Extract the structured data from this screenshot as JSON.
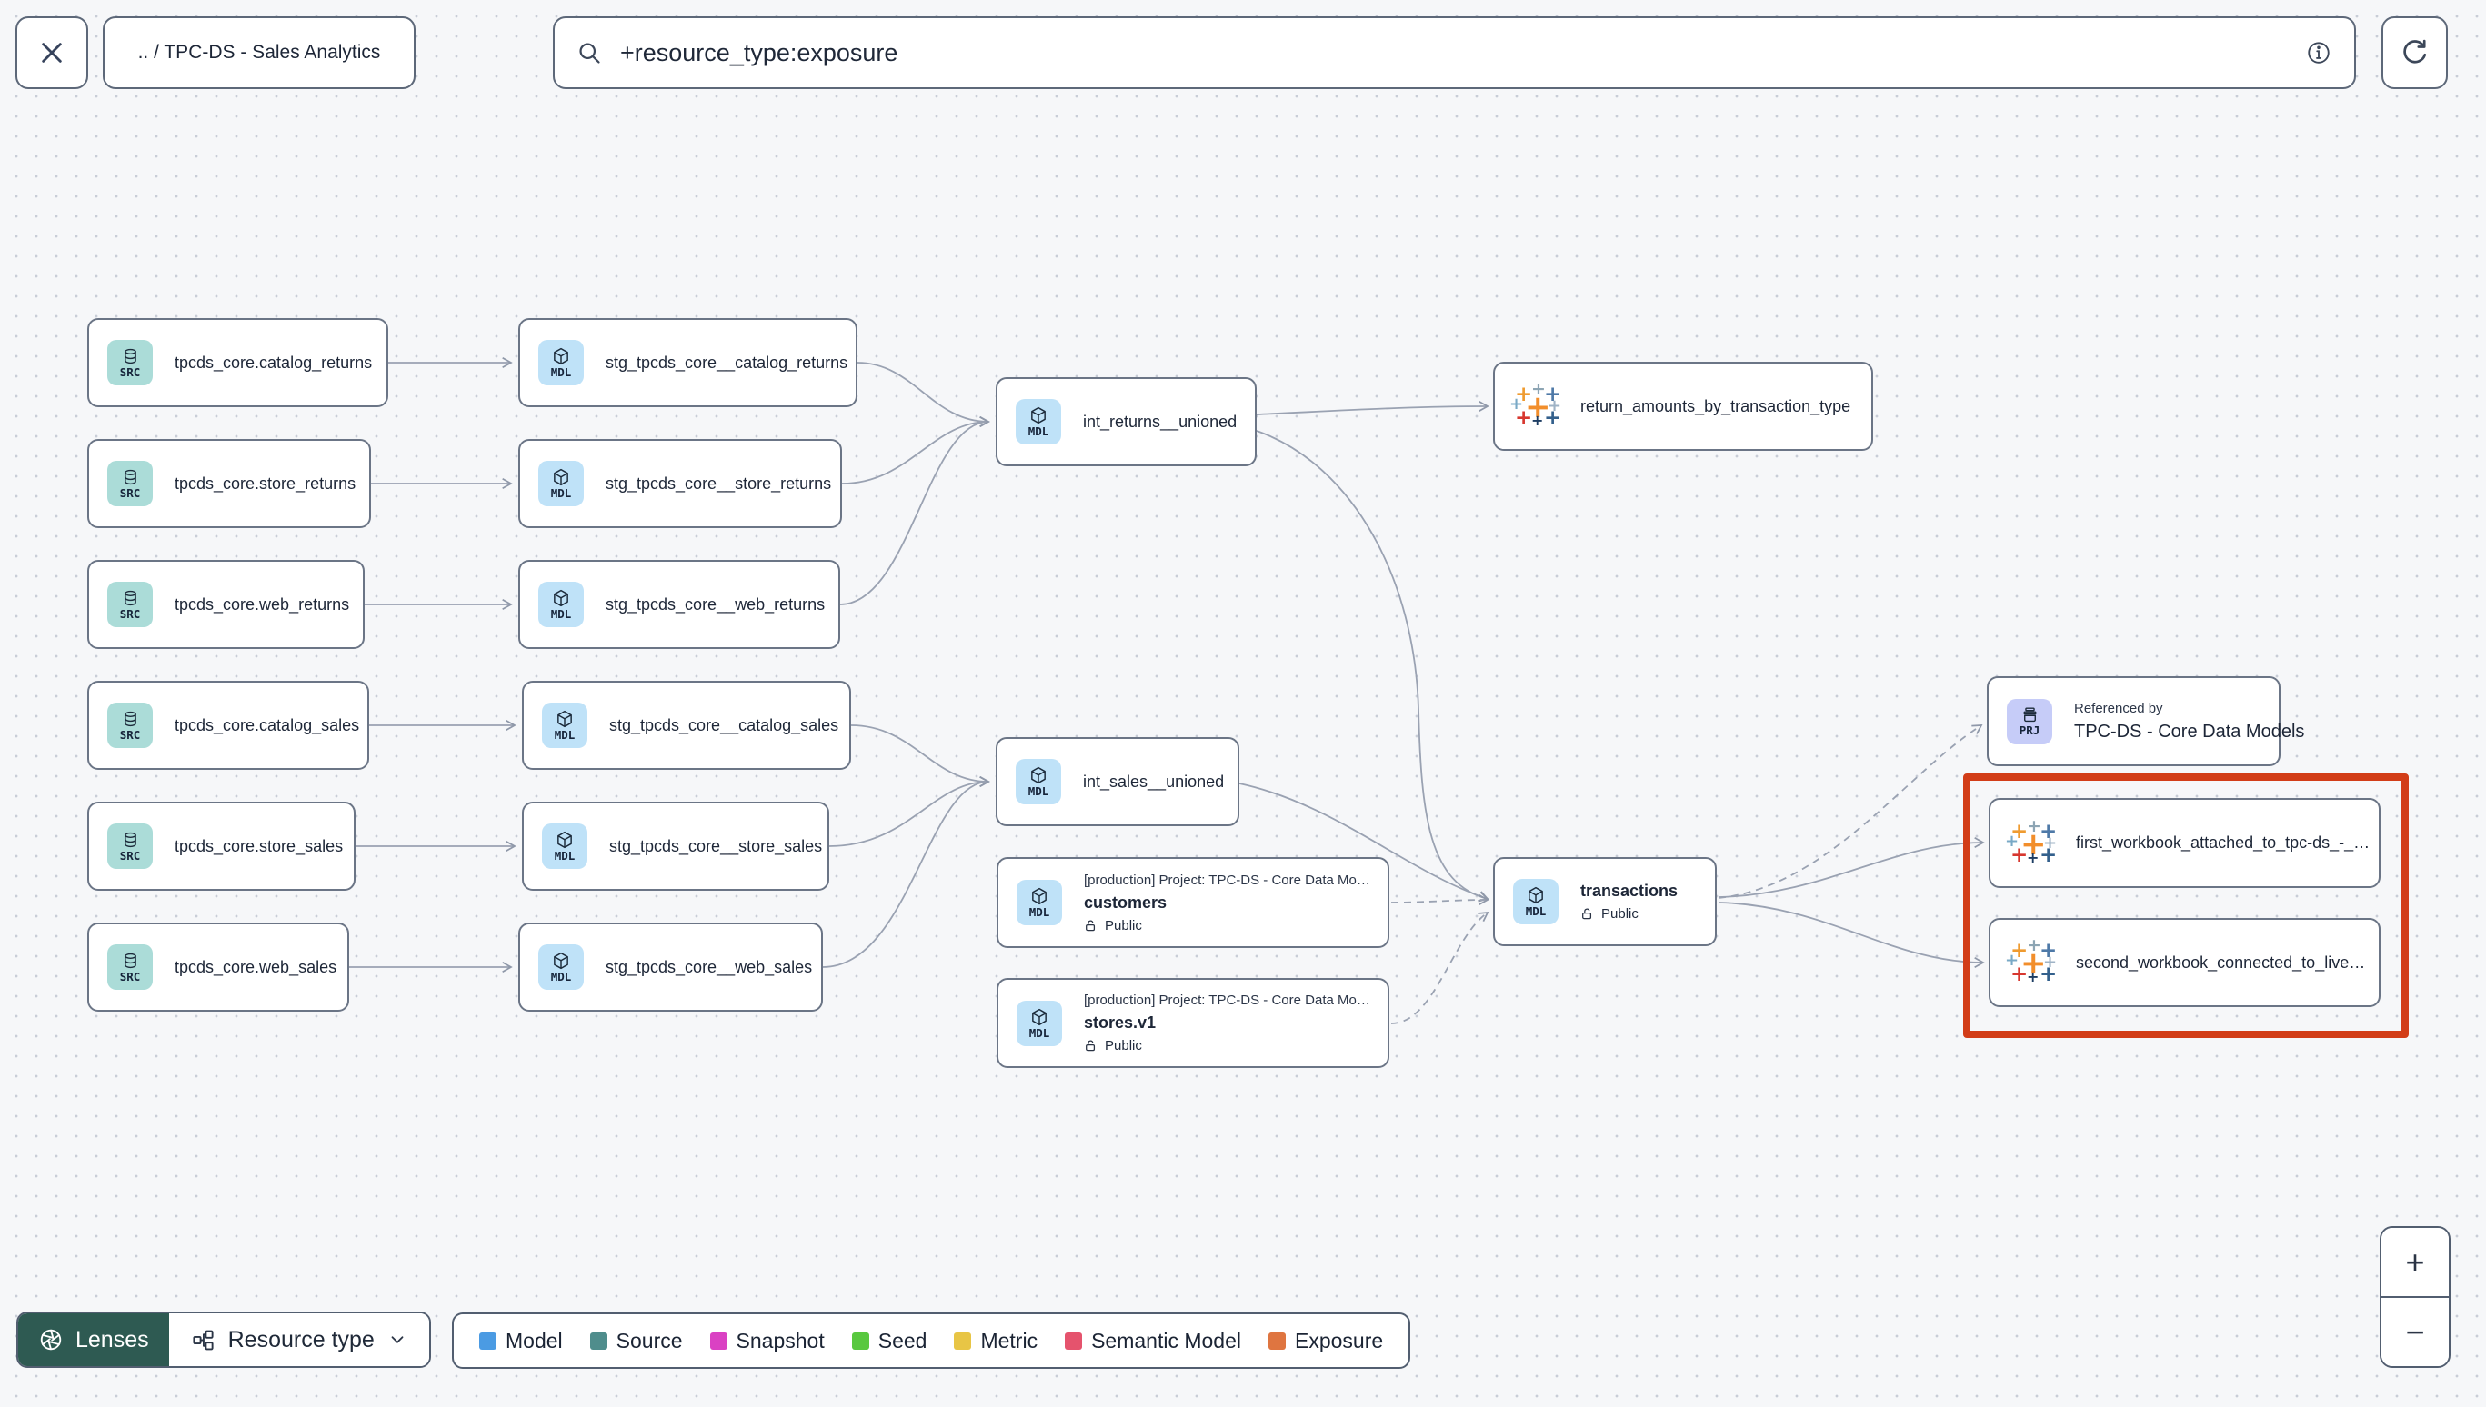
{
  "toolbar": {
    "breadcrumb": ".. / TPC-DS - Sales Analytics",
    "search_value": "+resource_type:exposure",
    "icons": {
      "close": "x-icon",
      "search": "magnifier-icon",
      "info": "info-circle-icon",
      "refresh": "refresh-arrow-icon"
    }
  },
  "graph": {
    "nodes": [
      {
        "id": "src-catalog-returns",
        "type": "source",
        "badge": "SRC",
        "label": "tpcds_core.catalog_returns"
      },
      {
        "id": "src-store-returns",
        "type": "source",
        "badge": "SRC",
        "label": "tpcds_core.store_returns"
      },
      {
        "id": "src-web-returns",
        "type": "source",
        "badge": "SRC",
        "label": "tpcds_core.web_returns"
      },
      {
        "id": "src-catalog-sales",
        "type": "source",
        "badge": "SRC",
        "label": "tpcds_core.catalog_sales"
      },
      {
        "id": "src-store-sales",
        "type": "source",
        "badge": "SRC",
        "label": "tpcds_core.store_sales"
      },
      {
        "id": "src-web-sales",
        "type": "source",
        "badge": "SRC",
        "label": "tpcds_core.web_sales"
      },
      {
        "id": "stg-catalog-returns",
        "type": "model",
        "badge": "MDL",
        "label": "stg_tpcds_core__catalog_returns"
      },
      {
        "id": "stg-store-returns",
        "type": "model",
        "badge": "MDL",
        "label": "stg_tpcds_core__store_returns"
      },
      {
        "id": "stg-web-returns",
        "type": "model",
        "badge": "MDL",
        "label": "stg_tpcds_core__web_returns"
      },
      {
        "id": "stg-catalog-sales",
        "type": "model",
        "badge": "MDL",
        "label": "stg_tpcds_core__catalog_sales"
      },
      {
        "id": "stg-store-sales",
        "type": "model",
        "badge": "MDL",
        "label": "stg_tpcds_core__store_sales"
      },
      {
        "id": "stg-web-sales",
        "type": "model",
        "badge": "MDL",
        "label": "stg_tpcds_core__web_sales"
      },
      {
        "id": "int-returns-unioned",
        "type": "model",
        "badge": "MDL",
        "label": "int_returns__unioned"
      },
      {
        "id": "exposure-return-amounts",
        "type": "exposure",
        "label": "return_amounts_by_transaction_type"
      },
      {
        "id": "int-sales-unioned",
        "type": "model",
        "badge": "MDL",
        "label": "int_sales__unioned"
      },
      {
        "id": "model-customers",
        "type": "model_project",
        "badge": "MDL",
        "project_line": "[production] Project: TPC-DS - Core Data Mo…",
        "label": "customers",
        "access": "Public"
      },
      {
        "id": "model-stores",
        "type": "model_project",
        "badge": "MDL",
        "project_line": "[production] Project: TPC-DS - Core Data Mo…",
        "label": "stores.v1",
        "access": "Public"
      },
      {
        "id": "model-transactions",
        "type": "model_public",
        "badge": "MDL",
        "label": "transactions",
        "access": "Public"
      },
      {
        "id": "project-referenced",
        "type": "project_ref",
        "badge": "PRJ",
        "ref_line": "Referenced by",
        "label": "TPC-DS - Core Data Models"
      },
      {
        "id": "exposure-first-workbook",
        "type": "exposure",
        "label": "first_workbook_attached_to_tpc-ds_-_…"
      },
      {
        "id": "exposure-second-workbook",
        "type": "exposure",
        "label": "second_workbook_connected_to_live…"
      }
    ],
    "badge_icons": {
      "source": "database-icon",
      "model": "model-cube-icon",
      "project": "project-archive-icon",
      "exposure": "tableau-icon",
      "access": "lock-open-icon"
    },
    "highlight_color": "#d23d18"
  },
  "legend": {
    "items": [
      {
        "label": "Model",
        "color": "#4b9be3"
      },
      {
        "label": "Source",
        "color": "#4f8d8c"
      },
      {
        "label": "Snapshot",
        "color": "#da41c3"
      },
      {
        "label": "Seed",
        "color": "#59c83f"
      },
      {
        "label": "Metric",
        "color": "#e8c545"
      },
      {
        "label": "Semantic Model",
        "color": "#e5536d"
      },
      {
        "label": "Exposure",
        "color": "#df7540"
      }
    ]
  },
  "controls": {
    "lenses": "Lenses",
    "resource_type": "Resource type",
    "lenses_bg": "#2e5a52",
    "icons": {
      "lenses": "aperture-icon",
      "resource_type": "hierarchy-icon",
      "chevron": "chevron-down-icon"
    }
  },
  "zoom_controls": {
    "zoom_in": "+",
    "zoom_out": "−"
  }
}
